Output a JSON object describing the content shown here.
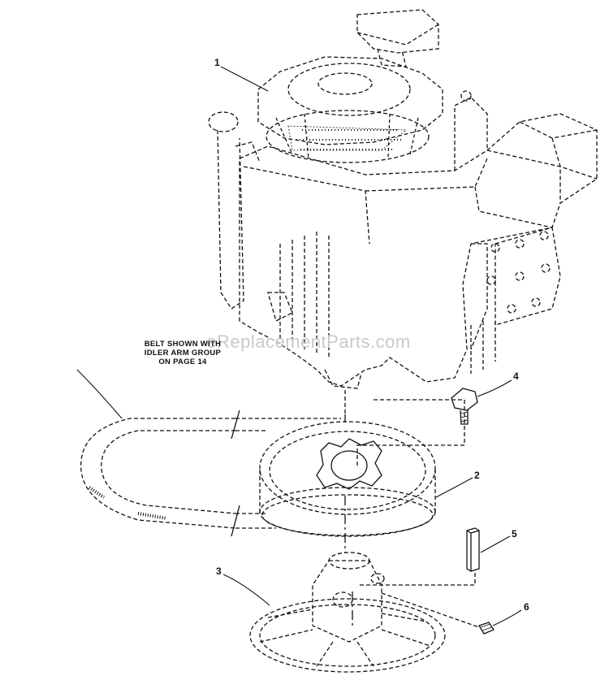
{
  "note": {
    "lines": [
      "BELT SHOWN WITH",
      "IDLER ARM GROUP",
      "ON PAGE 14"
    ]
  },
  "watermark": "eReplacementParts.com",
  "callouts": {
    "p1": "1",
    "p2": "2",
    "p3": "3",
    "p4": "4",
    "p5": "5",
    "p6": "6"
  },
  "colors": {
    "line": "#111111",
    "watermark": "#c9c9c9"
  }
}
